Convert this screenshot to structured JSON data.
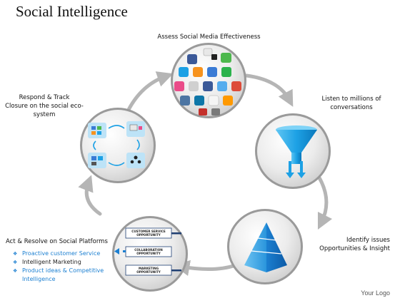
{
  "title": "Social Intelligence",
  "footer": "Your Logo",
  "colors": {
    "arrow": "#b5b5b5",
    "circle_ring": "#8a8a8a",
    "funnel": "#1da1e5",
    "pyramid": "#1b7fd1",
    "bullet_blue": "#1b7fd1",
    "bar_dark": "#1f3f73",
    "bar_blue": "#1b7fd1"
  },
  "stages": {
    "assess": {
      "label": "Assess Social Media Effectiveness",
      "icon": "social-media-icons-grid"
    },
    "listen": {
      "label_line1": "Listen to millions of",
      "label_line2": "conversations",
      "icon": "funnel-icon"
    },
    "identify": {
      "label_line1": "Identify issues",
      "label_line2": "Opportunities & Insight",
      "icon": "pyramid-icon"
    },
    "act": {
      "label": "Act & Resolve on Social Platforms",
      "icon": "opportunity-list-icon",
      "opportunities": [
        {
          "line1": "CUSTOMER SERVICE",
          "line2": "OPPORTUNITY"
        },
        {
          "line1": "COLLABORATION",
          "line2": "OPPORTUNITY"
        },
        {
          "line1": "MARKETING",
          "line2": "OPPORTUNITY"
        }
      ],
      "bullets": [
        {
          "text": "Proactive customer Service",
          "color": "#1b7fd1"
        },
        {
          "text": "Intelligent Marketing",
          "color": "#222222"
        },
        {
          "text": "Product ideas & Competitive Intelligence",
          "color": "#1b7fd1"
        }
      ]
    },
    "respond": {
      "label_line1": "Respond & Track",
      "label_line2": "Closure on the social eco-",
      "label_line3": "system",
      "icon": "workflow-cycle-icon"
    }
  }
}
